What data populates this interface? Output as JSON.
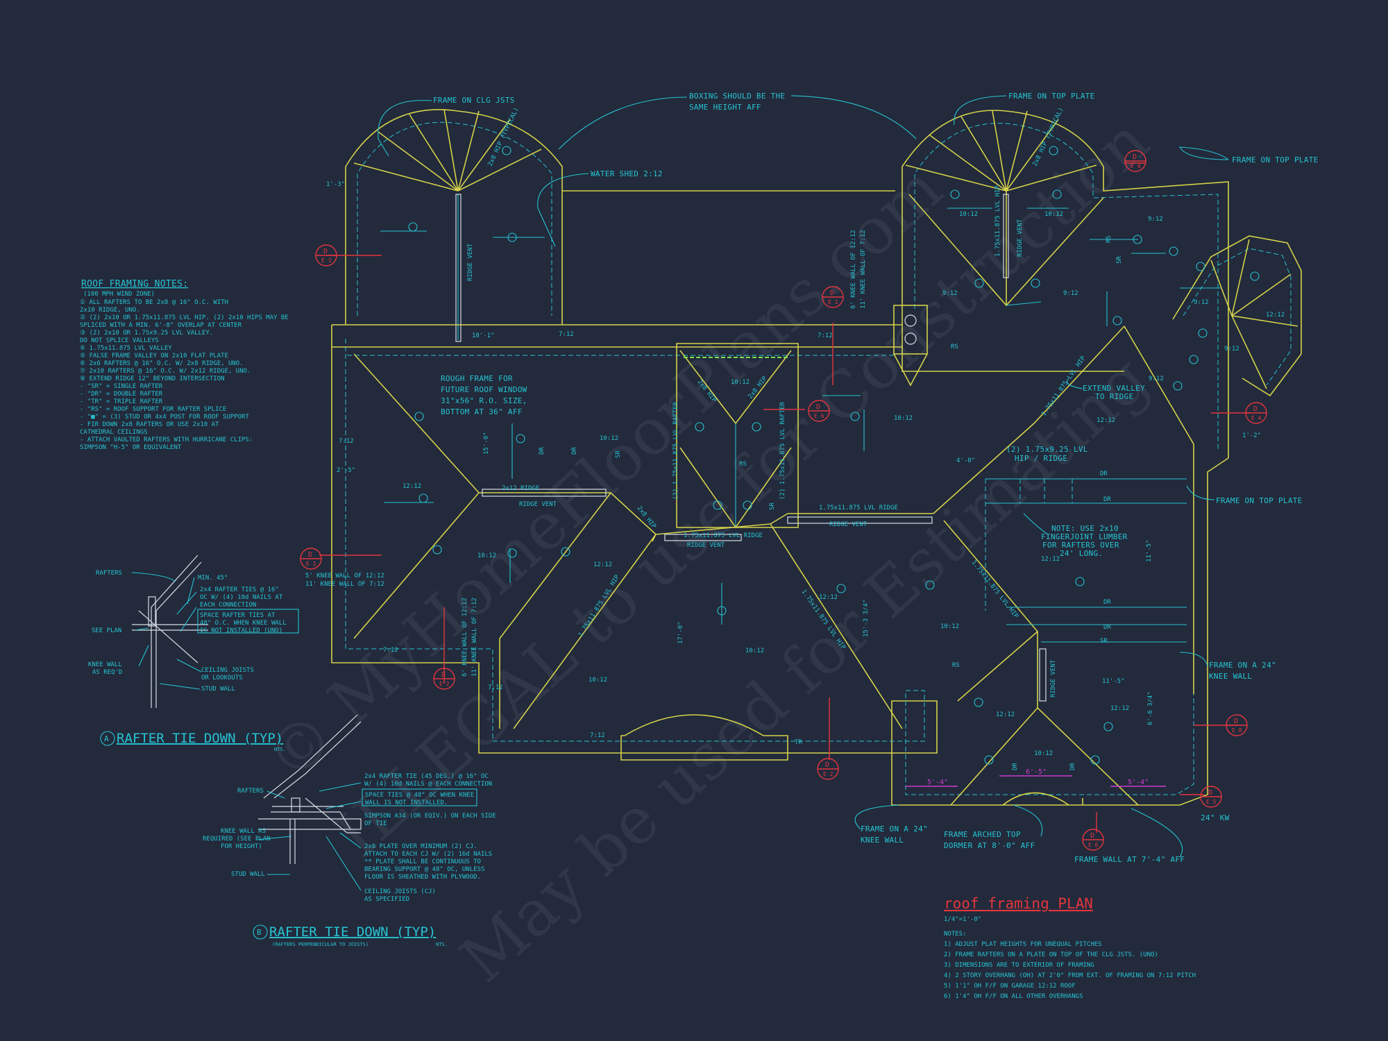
{
  "watermark": {
    "line1": "© MyHomeFloorPlans.com",
    "line2": "ILLEGAL to use for Construction",
    "line3": "May be used for Estimating"
  },
  "plan_title": {
    "title": "roof framing PLAN",
    "scale": "1/4\"=1'-0\""
  },
  "plan_notes": {
    "heading": "NOTES:",
    "items": [
      "1)  ADJUST PLAT HEIGHTS FOR UNEQUAL PITCHES",
      "2)  FRAME RAFTERS ON A PLATE ON TOP OF THE CLG JSTS. (UNO)",
      "3)  DIMENSIONS ARE TO EXTERIOR OF FRAMING",
      "4)  2 STORY OVERHANG (OH) AT 2'0\" FROM EXT. OF FRAMING ON 7:12 PITCH",
      "5)  1'1\" OH F/F ON GARAGE 12:12 ROOF",
      "6)  1'4\" OH F/F ON ALL OTHER OVERHANGS"
    ]
  },
  "roof_framing_notes": {
    "heading": "ROOF FRAMING NOTES:",
    "lines": [
      "(100 MPH WIND ZONE)",
      "①  ALL RAFTERS TO BE 2x8 @ 16\" O.C. WITH",
      "    2x10 RIDGE, UNO.",
      "②  (2) 2x10 OR 1.75x11.875 LVL HIP. (2) 2x10 HIPS MAY BE",
      "    SPLICED WITH A MIN. 6'-0\" OVERLAP AT CENTER",
      "③  (2) 2x10 OR 1.75x9.25 LVL VALLEY.",
      "    DO NOT SPLICE VALLEYS",
      "④  1.75x11.875 LVL VALLEY",
      "⑤  FALSE FRAME VALLEY ON 2x10 FLAT PLATE",
      "⑥  2x6 RAFTERS @ 16\" O.C. W/ 2x8 RIDGE, UNO.",
      "⑦  2x10 RAFTERS @ 16\" O.C. W/ 2x12 RIDGE, UNO.",
      "⑧  EXTEND RIDGE 12\" BEYOND INTERSECTION",
      "-  \"SR\" = SINGLE RAFTER",
      "-  \"DR\" = DOUBLE RAFTER",
      "-  \"TR\" = TRIPLE RAFTER",
      "-  \"RS\" = ROOF SUPPORT FOR RAFTER SPLICE",
      "-  \"■\" = (3) STUD OR 4x4 POST FOR ROOF SUPPORT",
      "-  FIR DOWN 2x8 RAFTERS OR USE 2x10 AT",
      "    CATHEDRAL CEILINGS",
      "-  ATTACH VAULTED RAFTERS WITH HURRICANE CLIPS:",
      "    SIMPSON \"H-5\" OR EQUIVALENT"
    ]
  },
  "detail_a": {
    "marker": "A",
    "title": "RAFTER TIE DOWN (TYP)",
    "nts": "NTS.",
    "labels": {
      "rafters": "RAFTERS",
      "min45": "MIN. 45°",
      "ties1": "2x4 RAFTER TIES @ 16\"",
      "ties2": "OC W/ (4) 10d NAILS AT",
      "ties3": "EACH CONNECTION",
      "space1": "SPACE RAFTER TIES AT",
      "space2": "48\" O.C. WHEN KNEE WALL",
      "space3": "IS NOT INSTALLED (UNO)",
      "seeplan": "SEE PLAN",
      "knee1": "KNEE WALL",
      "knee2": "AS REQ'D",
      "ceil1": "CEILING JOISTS",
      "ceil2": "OR LOOKOUTS",
      "stud": "STUD WALL"
    }
  },
  "detail_b": {
    "marker": "B",
    "title": "RAFTER TIE DOWN (TYP)",
    "subtitle": "(RAFTERS PERPENDICULAR TO JOISTS)",
    "nts": "NTS.",
    "labels": {
      "rafters": "RAFTERS",
      "tie1": "2x4 RAFTER TIE (45 DEG.) @ 16\" OC",
      "tie2": "W/ (4) 10d NAILS @ EACH CONNECTION",
      "space1": "SPACE TIES @ 48\" OC WHEN KNEE",
      "space2": "WALL IS NOT INSTALLED.",
      "simp1": "SIMPSON A34 (OR EQIV.) ON EACH SIDE",
      "simp2": "OF TIE",
      "knee1": "KNEE WALL AS",
      "knee2": "REQUIRED (SEE PLAN",
      "knee3": "FOR HEIGHT)",
      "plate1": "2x6 PLATE OVER MINIMUM (2) CJ.",
      "plate2": "ATTACH TO EACH CJ W/ (2) 16d NAILS",
      "plate3": "** PLATE SHALL BE CONTINUOUS TO",
      "plate4": "BEARING SUPPORT @ 48\" OC, UNLESS",
      "plate5": "FLOOR IS SHEATHED WITH PLYWOOD.",
      "stud": "STUD WALL",
      "cj1": "CEILING JOISTS (CJ)",
      "cj2": "AS SPECIFIED"
    }
  },
  "callouts": {
    "frame_clg": "FRAME ON CLG JSTS",
    "boxing1": "BOXING SHOULD BE THE",
    "boxing2": "SAME HEIGHT AFF",
    "frame_top_1": "FRAME ON TOP PLATE",
    "frame_top_2": "FRAME ON TOP PLATE",
    "frame_top_3": "FRAME ON TOP PLATE",
    "water_shed": "WATER SHED 2:12",
    "rough1": "ROUGH FRAME FOR",
    "rough2": "FUTURE ROOF WINDOW",
    "rough3": "31\"x56\" R.O. SIZE,",
    "rough4": "BOTTOM AT 36\" AFF",
    "extend1": "EXTEND VALLEY",
    "extend2": "TO RIDGE",
    "lvl_hip1": "(2) 1.75x9.25 LVL",
    "lvl_hip2": "HIP / RIDGE",
    "note1": "NOTE: USE 2x10",
    "note2": "FINGERJOINT LUMBER",
    "note3": "FOR RAFTERS OVER",
    "note4": "24' LONG.",
    "frame24_1": "FRAME ON A 24\"",
    "frame24_2": "KNEE WALL",
    "frame24b_1": "FRAME ON A 24\"",
    "frame24b_2": "KNEE WALL",
    "arched1": "FRAME ARCHED TOP",
    "arched2": "DORMER AT 8'-0\" AFF",
    "framewall": "FRAME WALL AT 7'-4\" AFF",
    "kw24": "24\" KW",
    "knee_a1": "5' KNEE WALL OF 12:12",
    "knee_a2": "11' KNEE WALL OF 7:12",
    "knee_b1": "6' KNEE WALL OF 12:12",
    "knee_b2": "11' KNEE WALL OF 7:12",
    "knee_c1": "6' KNEE WALL OF 12:12",
    "knee_c2": "11' KNEE WALL OF 7:12"
  },
  "plan_labels": {
    "ridge_vent": "RIDGE VENT",
    "ridge_2x12": "2x12 RIDGE",
    "lvl_ridge": "1.75x11.875 LVL RIDGE",
    "lvl_ridge2": "1.75x11.875 LVL RIDGE",
    "lvl_hip": "1.75x11.875 LVL HIP",
    "hip_2x8": "2x8 HIP",
    "rafter_lvl": "(2) 1.75x11.875 LVL RAFTER",
    "hip_typ": "2x8 HIP (TYPICAL)",
    "dr": "DR",
    "sr": "SR",
    "rs": "RS",
    "tr": "TR",
    "p1212": "12:12",
    "p1012": "10:12",
    "p912": "9:12",
    "p712": "7:12",
    "dim_18_1": "18'-1\"",
    "dim_15_0": "15'-0\"",
    "dim_17_0": "17'-0\"",
    "dim_4_0": "4'-0\"",
    "dim_15_3": "15'-3 3/4\"",
    "dim_11_5": "11'-5\"",
    "dim_11_5b": "11'-5\"",
    "dim_5_4": "5'-4\"",
    "dim_5_4b": "5'-4\"",
    "dim_6_5": "6'-5\"",
    "dim_1_3": "1'-3\"",
    "dim_2_5": "2'-5\"",
    "dim_6_6": "6'-6 3/4\"",
    "dim_1_2": "1'-2\""
  },
  "section_markers": [
    {
      "top": "D",
      "bot": "E 3"
    },
    {
      "top": "D",
      "bot": "E 1"
    },
    {
      "top": "D",
      "bot": "E 1"
    },
    {
      "top": "D",
      "bot": "E 2"
    },
    {
      "top": "D",
      "bot": "E 6"
    },
    {
      "top": "D",
      "bot": "E 2"
    },
    {
      "top": "D",
      "bot": "E 4"
    },
    {
      "top": "D",
      "bot": "E 4"
    },
    {
      "top": "D",
      "bot": "E 8"
    },
    {
      "top": "D",
      "bot": "E 5"
    },
    {
      "top": "D",
      "bot": "E 6"
    }
  ]
}
